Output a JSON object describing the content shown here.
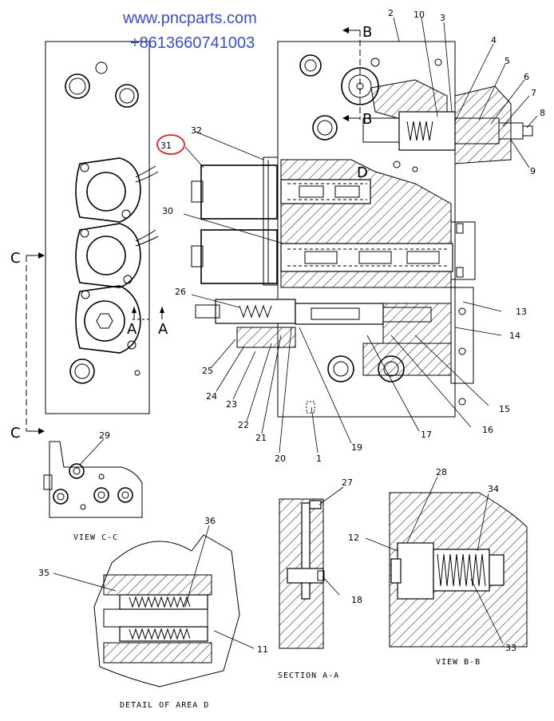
{
  "watermark": {
    "url": "www.pncparts.com",
    "phone": "+8613660741003",
    "color": "#3a4fc4"
  },
  "highlight_color": "#e02020",
  "callouts": {
    "c1": "1",
    "c2": "2",
    "c3": "3",
    "c4": "4",
    "c5": "5",
    "c6": "6",
    "c7": "7",
    "c8": "8",
    "c9": "9",
    "c10": "10",
    "c11": "11",
    "c12": "12",
    "c13": "13",
    "c14": "14",
    "c15": "15",
    "c16": "16",
    "c17": "17",
    "c18": "18",
    "c19": "19",
    "c20": "20",
    "c21": "21",
    "c22": "22",
    "c23": "23",
    "c24": "24",
    "c25": "25",
    "c26": "26",
    "c27": "27",
    "c28": "28",
    "c29": "29",
    "c30": "30",
    "c31": "31",
    "c32": "32",
    "c33": "33",
    "c34": "34",
    "c35": "35",
    "c36": "36"
  },
  "section_marks": {
    "b_top": "B",
    "b_bottom": "B",
    "a_left": "A",
    "a_right": "A",
    "c_top": "C",
    "c_bottom": "C",
    "d_area": "D"
  },
  "captions": {
    "view_cc": "VIEW C-C",
    "section_aa": "SECTION A-A",
    "view_bb": "VIEW B-B",
    "detail_d": "DETAIL OF AREA D"
  }
}
